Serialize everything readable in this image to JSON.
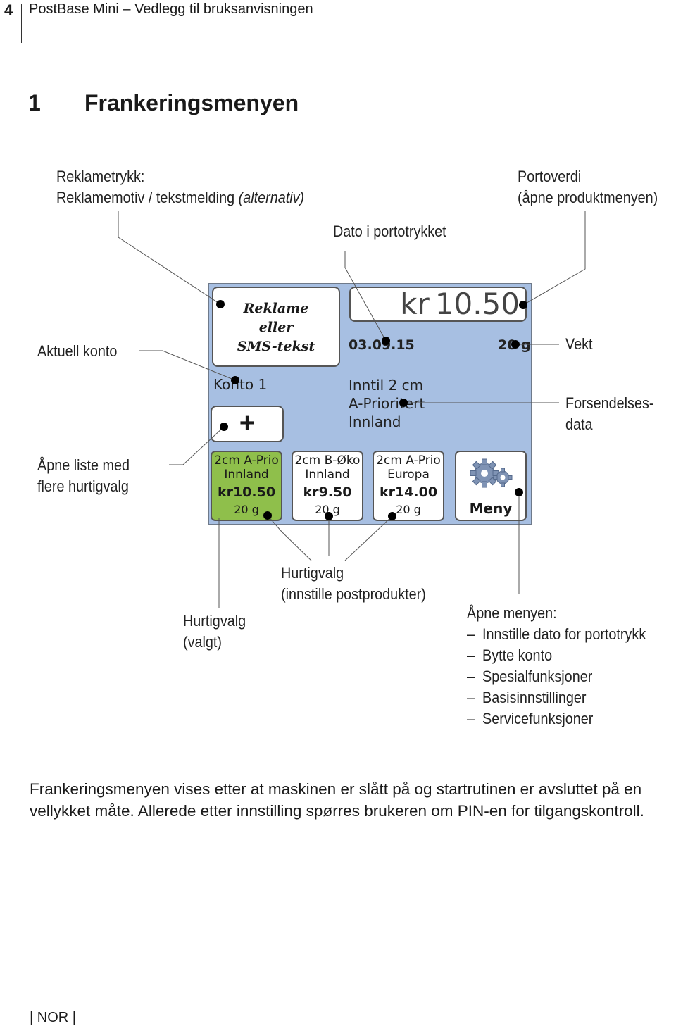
{
  "header": {
    "page_number": "4",
    "doc_title": "PostBase Mini – Vedlegg til bruksanvisningen"
  },
  "section": {
    "number": "1",
    "title": "Frankeringsmenyen"
  },
  "callouts": {
    "ad_print": {
      "line1": "Reklametrykk:",
      "line2_main": "Reklamemotiv / tekstmelding",
      "line2_alt": "(alternativ)"
    },
    "postage_value": {
      "line1": "Portoverdi",
      "line2": "(åpne produktmenyen)"
    },
    "date": "Dato i portotrykket",
    "current_account": "Aktuell konto",
    "weight": "Vekt",
    "shipment_data": {
      "line1": "Forsendelses-",
      "line2": "data"
    },
    "open_list": {
      "line1": "Åpne liste med",
      "line2": "flere hurtigvalg"
    },
    "quick_selected": {
      "line1": "Hurtigvalg",
      "line2": "(valgt)"
    },
    "quick_set": {
      "line1": "Hurtigvalg",
      "line2": "(innstille postprodukter)"
    },
    "open_menu": {
      "title": "Åpne menyen:",
      "items": [
        "Innstille dato for portotrykk",
        "Bytte konto",
        "Spesialfunksjoner",
        "Basisinnstillinger",
        "Servicefunksjoner"
      ]
    }
  },
  "screen": {
    "ad": {
      "line1": "Reklame",
      "line2": "eller",
      "line3": "SMS-tekst"
    },
    "postage": {
      "currency": "kr",
      "amount": "10.50"
    },
    "date": "03.09.15",
    "weight": "20 g",
    "account": "Konto 1",
    "add_symbol": "+",
    "product": {
      "line1": "Inntil 2 cm",
      "line2": "A-Prioritert",
      "line3": "Innland"
    },
    "quick_selections": [
      {
        "line1": "2cm A-Prio",
        "line2": "Innland",
        "currency": "kr",
        "price": "10.50",
        "weight": "20 g",
        "selected": true
      },
      {
        "line1": "2cm B-Øko",
        "line2": "Innland",
        "currency": "kr",
        "price": "9.50",
        "weight": "20 g",
        "selected": false
      },
      {
        "line1": "2cm A-Prio",
        "line2": "Europa",
        "currency": "kr",
        "price": "14.00",
        "weight": "20 g",
        "selected": false
      }
    ],
    "menu_label": "Meny",
    "colors": {
      "screen_bg": "#a7bfe2",
      "selected_bg": "#8fbf4b"
    }
  },
  "body_text": "Frankeringsmenyen vises etter at maskinen er slått på og startrutinen er avsluttet på en vellykket måte. Allerede etter innstilling spørres brukeren om PIN-en for tilgangskontroll.",
  "footer": {
    "language": "NOR"
  }
}
